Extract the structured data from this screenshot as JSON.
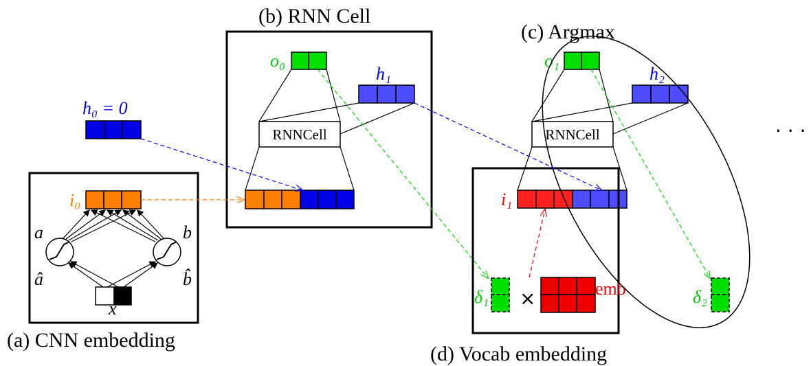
{
  "captions": {
    "cnn": "(a) CNN embedding",
    "rnn": "(b) RNN Cell",
    "argmax": "(c) Argmax",
    "vocab": "(d) Vocab embedding"
  },
  "labels": {
    "h0": "h₀ = 0",
    "h1": "h₁",
    "h2": "h₂",
    "o0": "o₀",
    "o1": "o₁",
    "i0": "i₀",
    "i1": "i₁",
    "delta1": "δ₁",
    "delta2": "δ₂",
    "a": "a",
    "b": "b",
    "a_hat": "â",
    "b_hat": "b̂",
    "x": "x",
    "times": "×",
    "emb": "emb",
    "rnncell_1": "RNNCell",
    "rnncell_2": "RNNCell",
    "ellipsis": "· · ·"
  },
  "colors": {
    "hidden": "#0000e6",
    "hidden_light": "#4d4dff",
    "output": "#00e000",
    "input_cnn": "#ff8000",
    "input_vocab": "#ff2020",
    "emb": "#ee0000",
    "arrow_orange": "#ff8000",
    "arrow_blue": "#0000ff",
    "arrow_green": "#00dd00",
    "arrow_red": "#ff0000"
  }
}
